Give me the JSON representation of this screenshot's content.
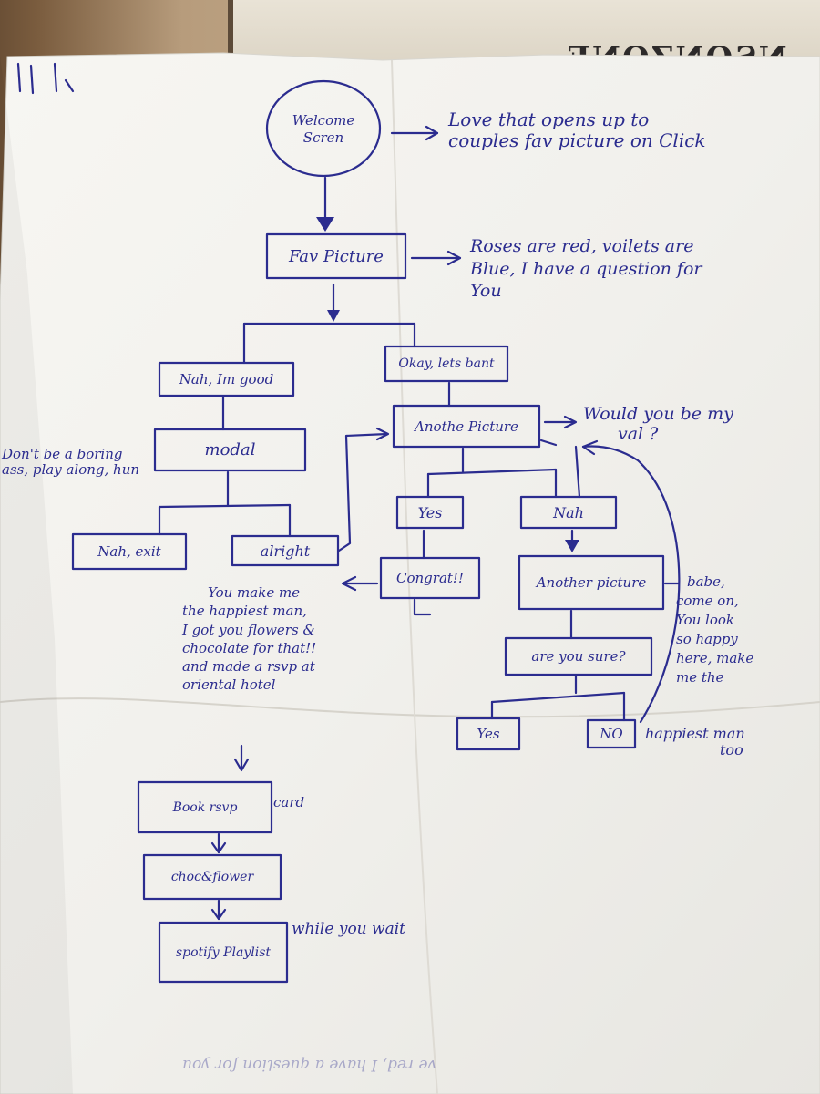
{
  "background": {
    "sign_text": "NSONZONE",
    "sign_fragment_top": "I",
    "sign_fragment_red": "n",
    "see_through_text": "ve red, I have a question for you"
  },
  "nodes": {
    "welcome": "Welcome Scren",
    "fav_picture": "Fav Picture",
    "nah_good": "Nah, Im good",
    "okay": "Okay, lets bant",
    "modal": "modal",
    "another_picture": "Anothe Picture",
    "yes1": "Yes",
    "nah2": "Nah",
    "nah_exit": "Nah, exit",
    "alright": "alright",
    "congrats": "Congrat!!",
    "another_picture2": "Another picture",
    "are_you_sure": "are you sure?",
    "yes2": "Yes",
    "no": "NO",
    "book_rsvp": "Book rsvp",
    "choc_flower": "choc&flower",
    "spotify": "spotify Playlist"
  },
  "notes": {
    "welcome_note": [
      "Love that opens up to",
      "couples fav picture on Click"
    ],
    "roses_note": [
      "Roses are red, voilets are",
      "Blue, I have a question for",
      "You"
    ],
    "modal_note": [
      "Don't be a boring",
      "ass, play along, hun"
    ],
    "would_you": [
      "Would you be my",
      "val ?"
    ],
    "happiest_note": [
      "You make me",
      "the happiest man,",
      "I got you flowers &",
      "chocolate for that!!",
      "and made a rsvp at",
      "oriental hotel"
    ],
    "babe_note": [
      "babe,",
      "come on,",
      "You look",
      "so happy",
      "here, make",
      "me the",
      "happiest man",
      "too"
    ],
    "card": "card",
    "while_wait": "while you wait"
  },
  "colors": {
    "ink": "#2b2c8f",
    "paper": "#f4f3ef"
  }
}
